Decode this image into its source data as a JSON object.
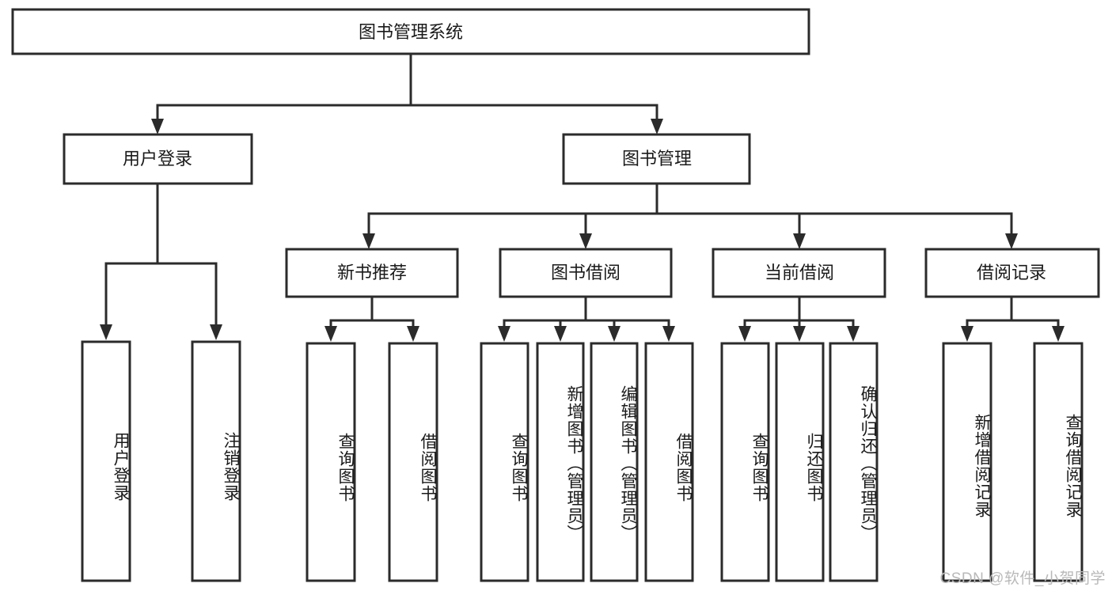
{
  "diagram": {
    "title": "图书管理系统",
    "type": "tree-hierarchy-chart",
    "watermark": "CSDN @软件_小贺同学",
    "colors": {
      "background": "#ffffff",
      "box_fill": "#ffffff",
      "box_stroke": "#2b2b2b",
      "connector": "#2b2b2b",
      "text": "#1a1a1a",
      "watermark": "#b9b9b9"
    },
    "root": {
      "label": "图书管理系统"
    },
    "level2": [
      {
        "label": "用户登录"
      },
      {
        "label": "图书管理"
      }
    ],
    "level3": [
      {
        "label": "新书推荐"
      },
      {
        "label": "图书借阅"
      },
      {
        "label": "当前借阅"
      },
      {
        "label": "借阅记录"
      }
    ],
    "leaves": {
      "user_login": [
        {
          "label": "用户登录"
        },
        {
          "label": "注销登录"
        }
      ],
      "new_book_recommend": [
        {
          "label": "查询图书"
        },
        {
          "label": "借阅图书"
        }
      ],
      "book_borrow": [
        {
          "label": "查询图书"
        },
        {
          "label": "新增图书（管理员）"
        },
        {
          "label": "编辑图书（管理员）"
        },
        {
          "label": "借阅图书"
        }
      ],
      "current_borrow": [
        {
          "label": "查询图书"
        },
        {
          "label": "归还图书"
        },
        {
          "label": "确认归还（管理员）"
        }
      ],
      "borrow_record": [
        {
          "label": "新增借阅记录"
        },
        {
          "label": "查询借阅记录"
        }
      ]
    }
  }
}
